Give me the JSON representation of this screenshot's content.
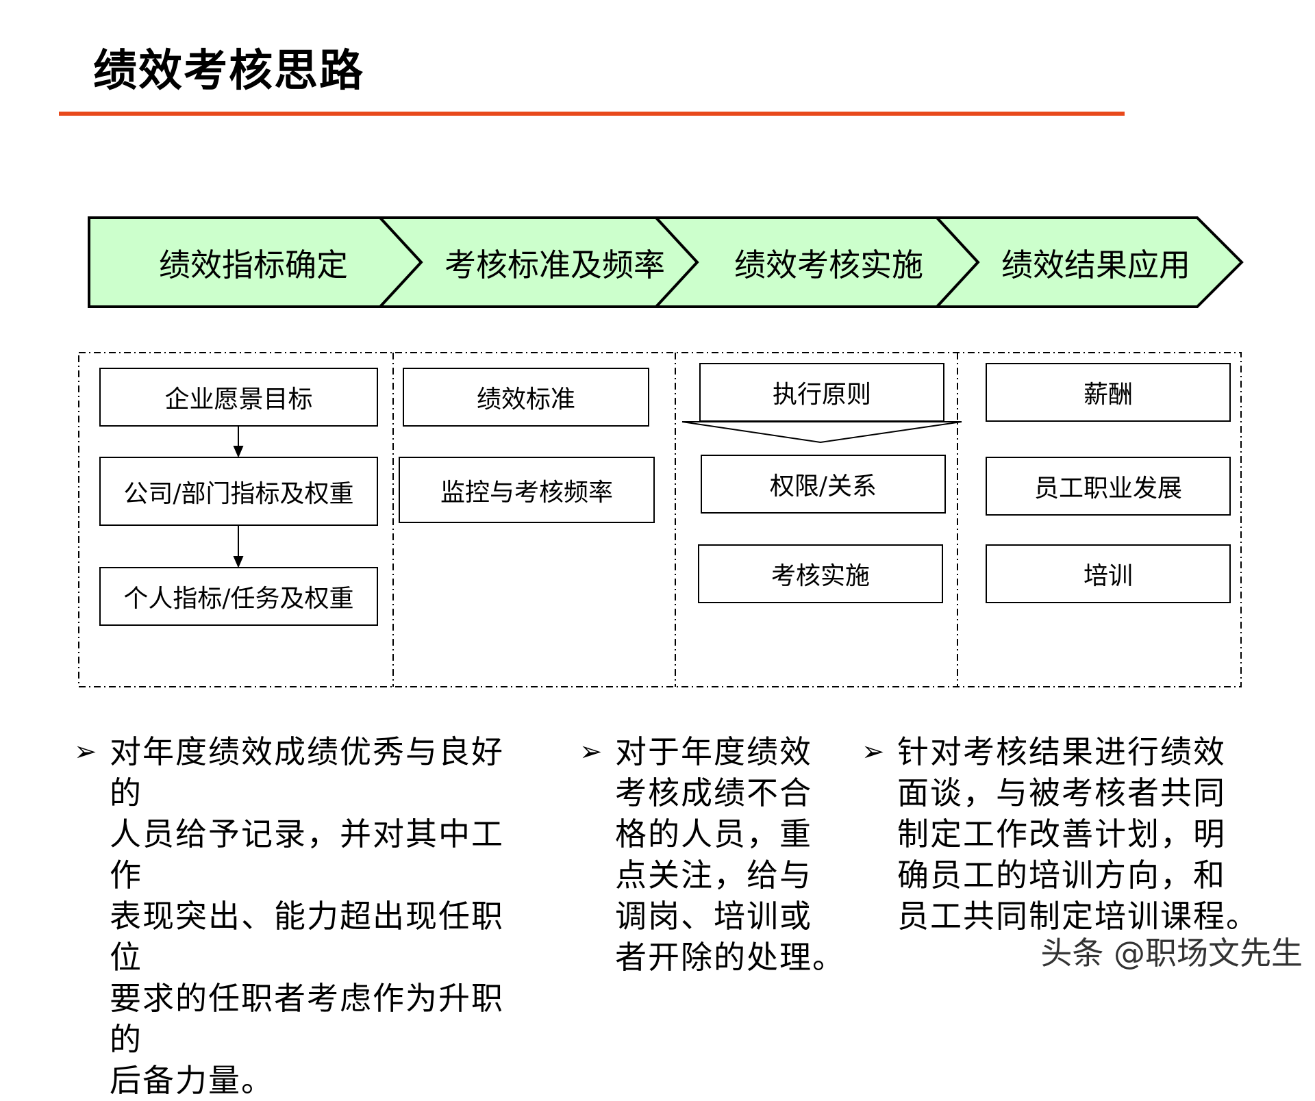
{
  "title": "绩效考核思路",
  "colors": {
    "accent_rule": "#e8491b",
    "chevron_fill": "#ccffcc"
  },
  "stages": [
    {
      "label": "绩效指标确定"
    },
    {
      "label": "考核标准及频率"
    },
    {
      "label": "绩效考核实施"
    },
    {
      "label": "绩效结果应用"
    }
  ],
  "columns": [
    {
      "boxes": [
        "企业愿景目标",
        "公司/部门指标及权重",
        "个人指标/任务及权重"
      ]
    },
    {
      "boxes": [
        "绩效标准",
        "监控与考核频率"
      ]
    },
    {
      "boxes": [
        "执行原则",
        "权限/关系",
        "考核实施"
      ]
    },
    {
      "boxes": [
        "薪酬",
        "员工职业发展",
        "培训"
      ]
    }
  ],
  "bullets": [
    {
      "marker": "➢",
      "lines": [
        "对年度绩效成绩优秀与良好的",
        "人员给予记录，并对其中工作",
        "表现突出、能力超出现任职位",
        "要求的任职者考虑作为升职的",
        "后备力量。"
      ]
    },
    {
      "marker": "➢",
      "lines": [
        "对于年度绩效",
        "考核成绩不合",
        "格的人员，重",
        "点关注，给与",
        "调岗、培训或",
        "者开除的处理。"
      ]
    },
    {
      "marker": "➢",
      "lines": [
        "针对考核结果进行绩效",
        "面谈，与被考核者共同",
        "制定工作改善计划，明",
        "确员工的培训方向，和",
        "员工共同制定培训课程。"
      ]
    }
  ],
  "watermark": "头条 @职场文先生"
}
